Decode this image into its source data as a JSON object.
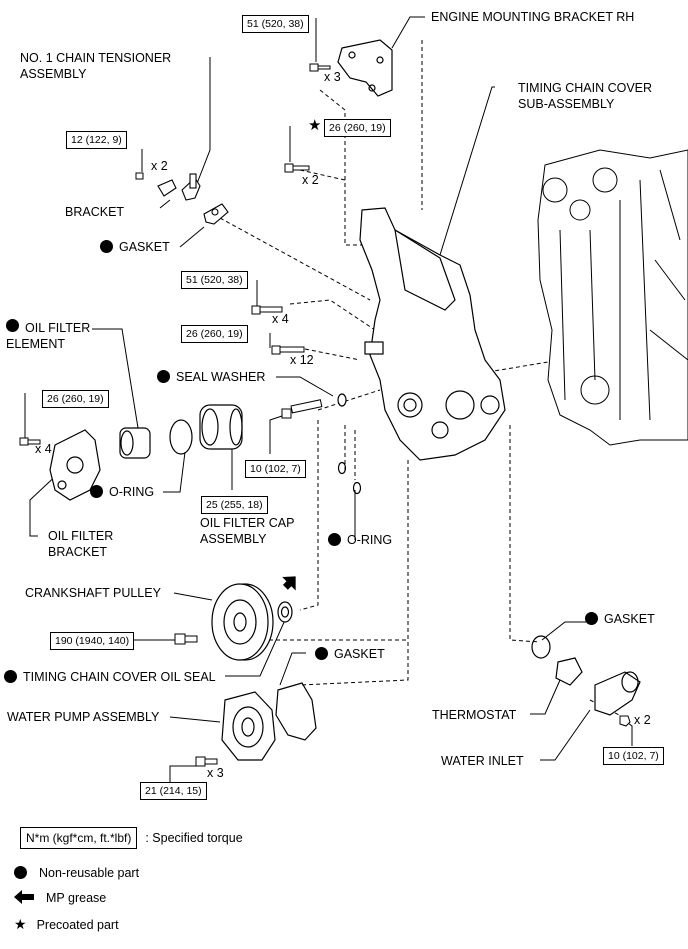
{
  "labels": {
    "engine_mounting_bracket": "ENGINE MOUNTING BRACKET RH",
    "chain_tensioner": "NO. 1 CHAIN TENSIONER\nASSEMBLY",
    "timing_chain_cover": "TIMING CHAIN COVER\nSUB-ASSEMBLY",
    "bracket": "BRACKET",
    "gasket_top": "GASKET",
    "oil_filter_element": "OIL FILTER\nELEMENT",
    "seal_washer": "SEAL WASHER",
    "o_ring_left": "O-RING",
    "oil_filter_bracket": "OIL FILTER\nBRACKET",
    "oil_filter_cap": "OIL FILTER CAP\nASSEMBLY",
    "o_ring_mid": "O-RING",
    "crankshaft_pulley": "CRANKSHAFT PULLEY",
    "timing_chain_cover_oil_seal": "TIMING CHAIN COVER OIL SEAL",
    "gasket_mid": "GASKET",
    "water_pump": "WATER PUMP ASSEMBLY",
    "gasket_right": "GASKET",
    "thermostat": "THERMOSTAT",
    "water_inlet": "WATER INLET"
  },
  "torques": {
    "mount_bracket": "51 (520, 38)",
    "tensioner": "12 (122, 9)",
    "precoated": "26 (260, 19)",
    "cover_51": "51 (520, 38)",
    "cover_26": "26 (260, 19)",
    "oil_bracket": "26 (260, 19)",
    "cover_10": "10 (102, 7)",
    "oil_cap": "25 (255, 18)",
    "pulley": "190 (1940, 140)",
    "water_pump": "21 (214, 15)",
    "water_inlet": "10 (102, 7)"
  },
  "quantities": {
    "mount_bracket": "x 3",
    "tensioner": "x 2",
    "precoated": "x 2",
    "cover_51": "x 4",
    "cover_26": "x 12",
    "oil_bracket": "x 4",
    "water_pump": "x 3",
    "water_inlet": "x 2"
  },
  "legend": {
    "torque_unit": "N*m (kgf*cm, ft.*lbf)",
    "torque_text": ": Specified torque",
    "non_reusable": "Non-reusable part",
    "mp_grease": "MP grease",
    "precoated": "Precoated part"
  }
}
